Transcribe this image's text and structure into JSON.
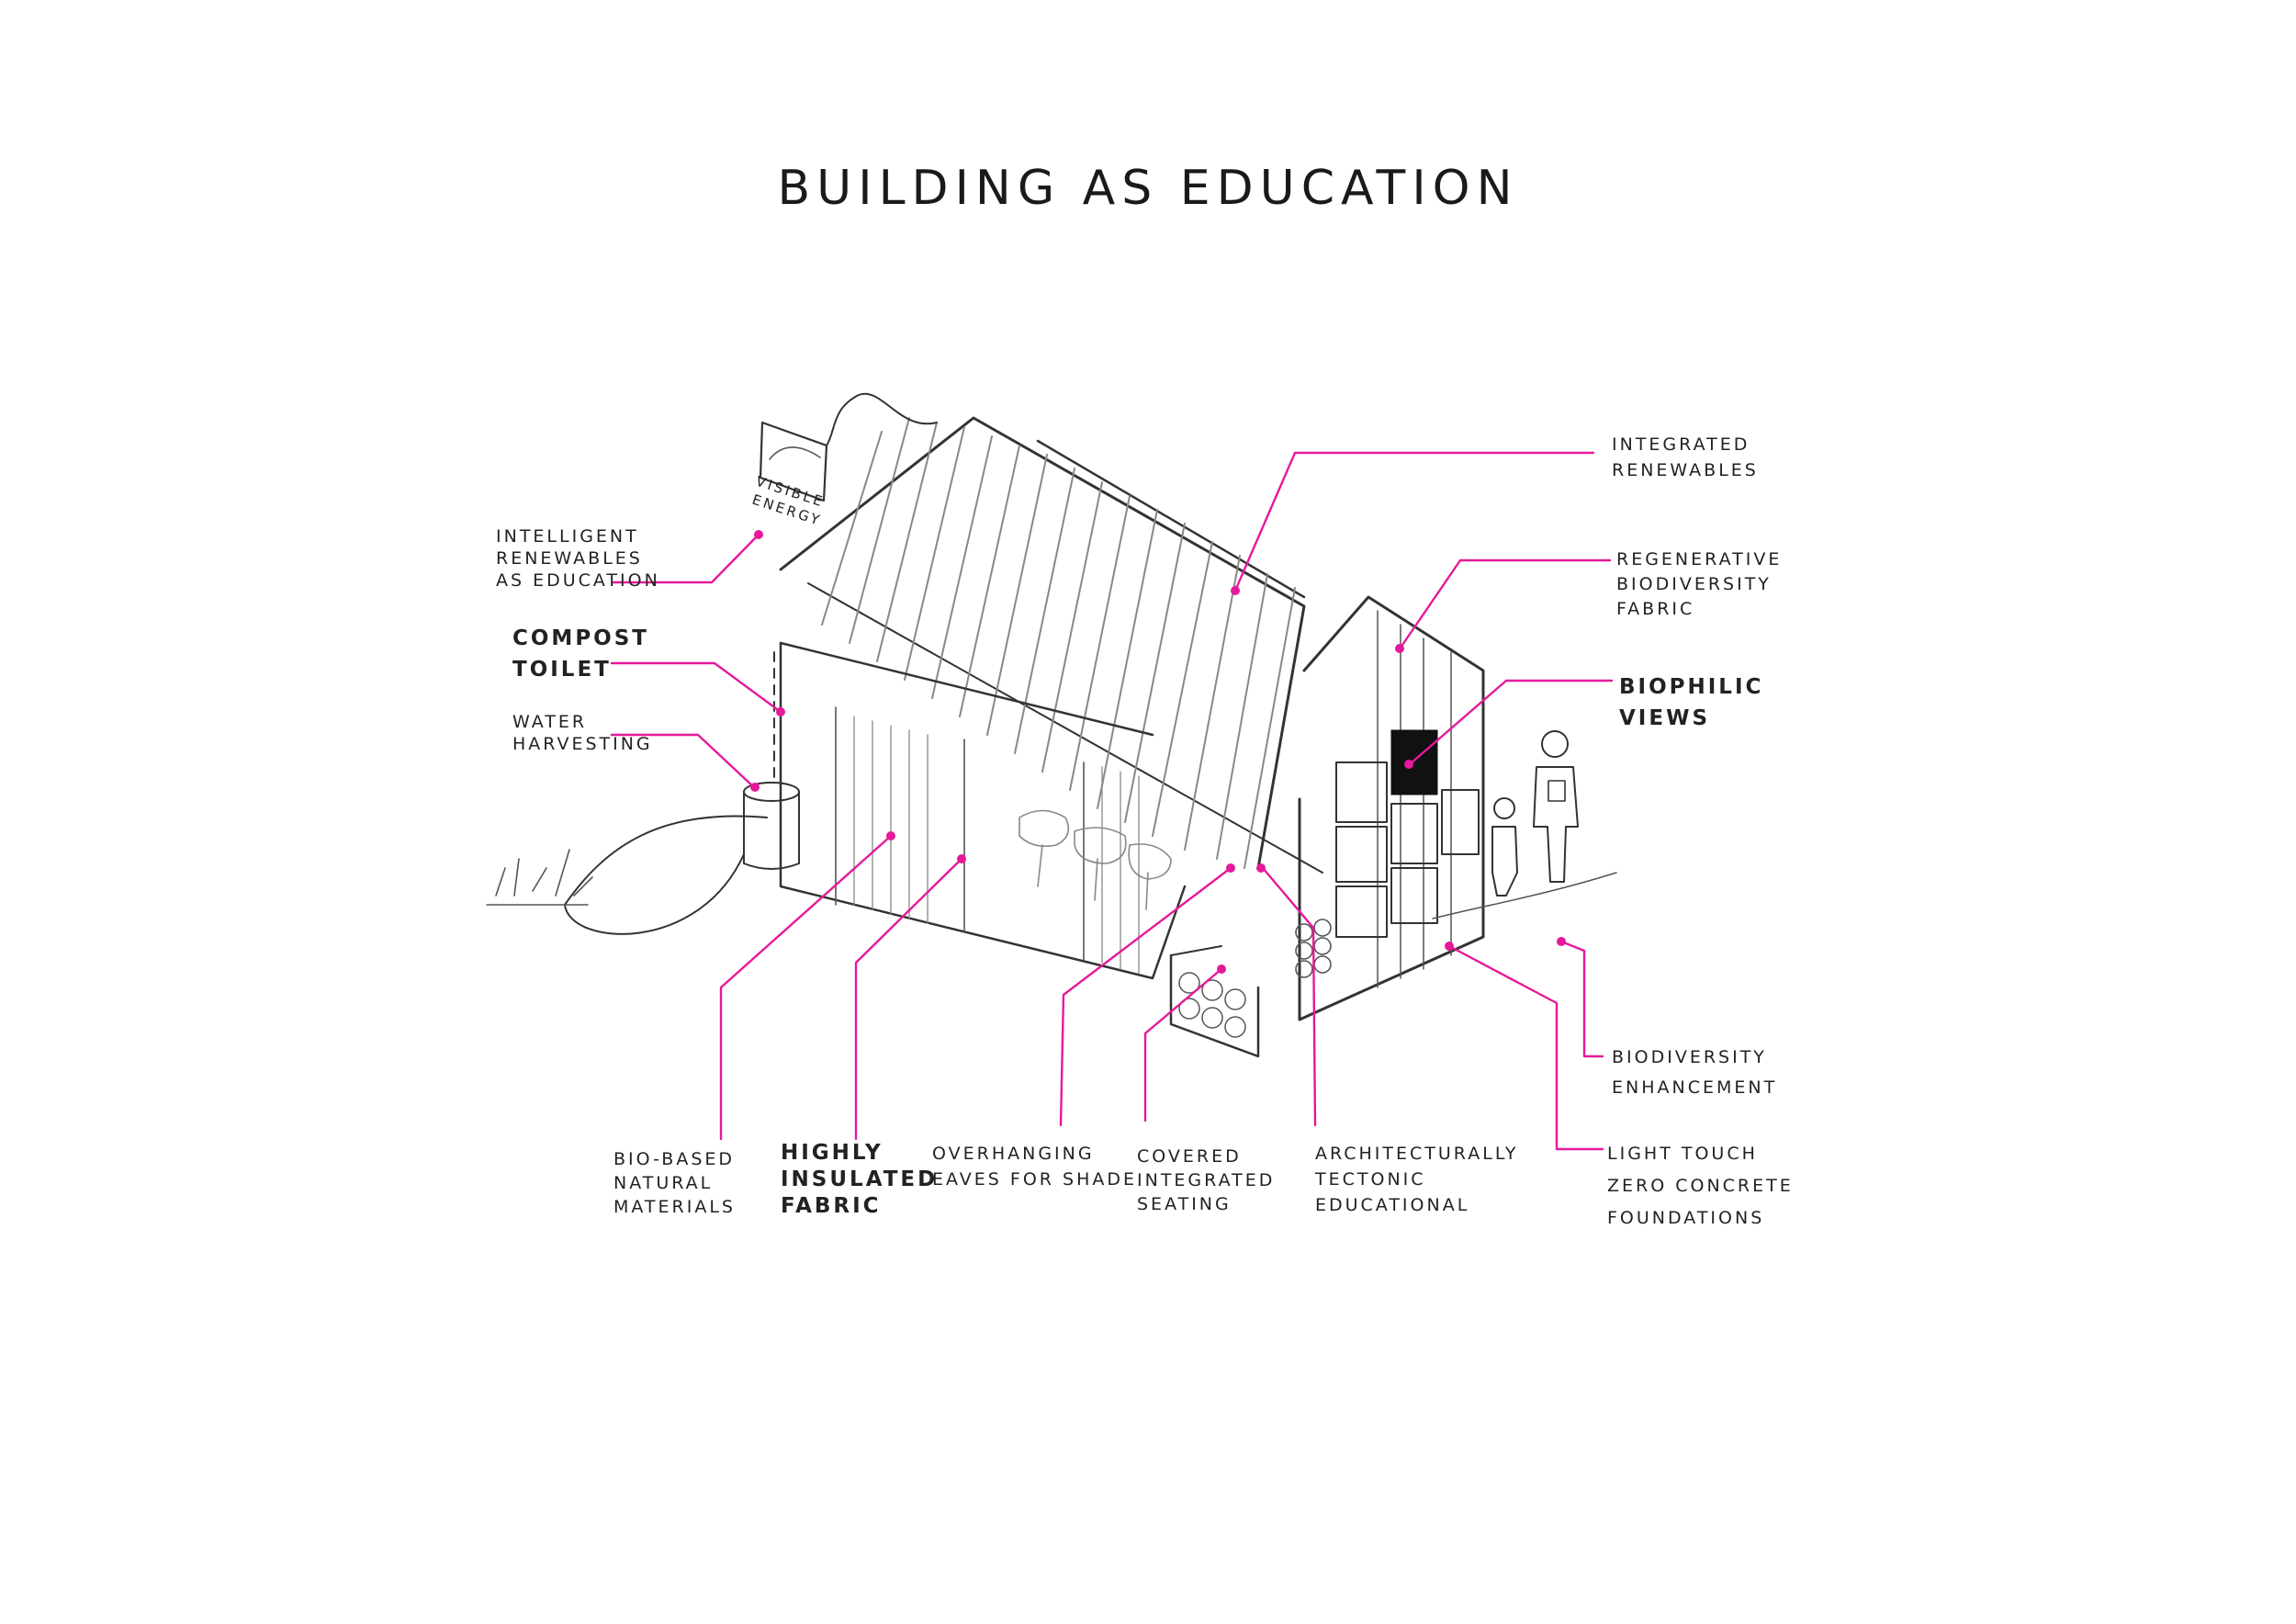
{
  "title": "BUILDING AS EDUCATION",
  "sign_label": [
    "VISIBLE",
    "ENERGY"
  ],
  "annotations": {
    "intelligent_renewables": [
      "INTELLIGENT",
      "RENEWABLES",
      "AS EDUCATION"
    ],
    "compost_toilet": [
      "COMPOST",
      "TOILET"
    ],
    "water_harvesting": [
      "WATER",
      "HARVESTING"
    ],
    "integrated_renewables": [
      "INTEGRATED",
      "RENEWABLES"
    ],
    "regenerative_fabric": [
      "REGENERATIVE",
      "BIODIVERSITY",
      "FABRIC"
    ],
    "biophilic_views": [
      "BIOPHILIC",
      "VIEWS"
    ],
    "biodiversity_enhancement": [
      "BIODIVERSITY",
      "ENHANCEMENT"
    ],
    "light_touch_foundations": [
      "LIGHT TOUCH",
      "ZERO CONCRETE",
      "FOUNDATIONS"
    ],
    "bio_based_materials": [
      "BIO-BASED",
      "NATURAL",
      "MATERIALS"
    ],
    "highly_insulated_fabric": [
      "HIGHLY",
      "INSULATED",
      "FABRIC"
    ],
    "overhanging_eaves": [
      "OVERHANGING",
      "EAVES FOR SHADE"
    ],
    "covered_seating": [
      "COVERED",
      "INTEGRATED",
      "SEATING"
    ],
    "architectural_tectonic": [
      "ARCHITECTURALLY",
      "TECTONIC",
      "EDUCATIONAL"
    ]
  },
  "colors": {
    "accent": "#e6199a",
    "ink": "#222222"
  }
}
